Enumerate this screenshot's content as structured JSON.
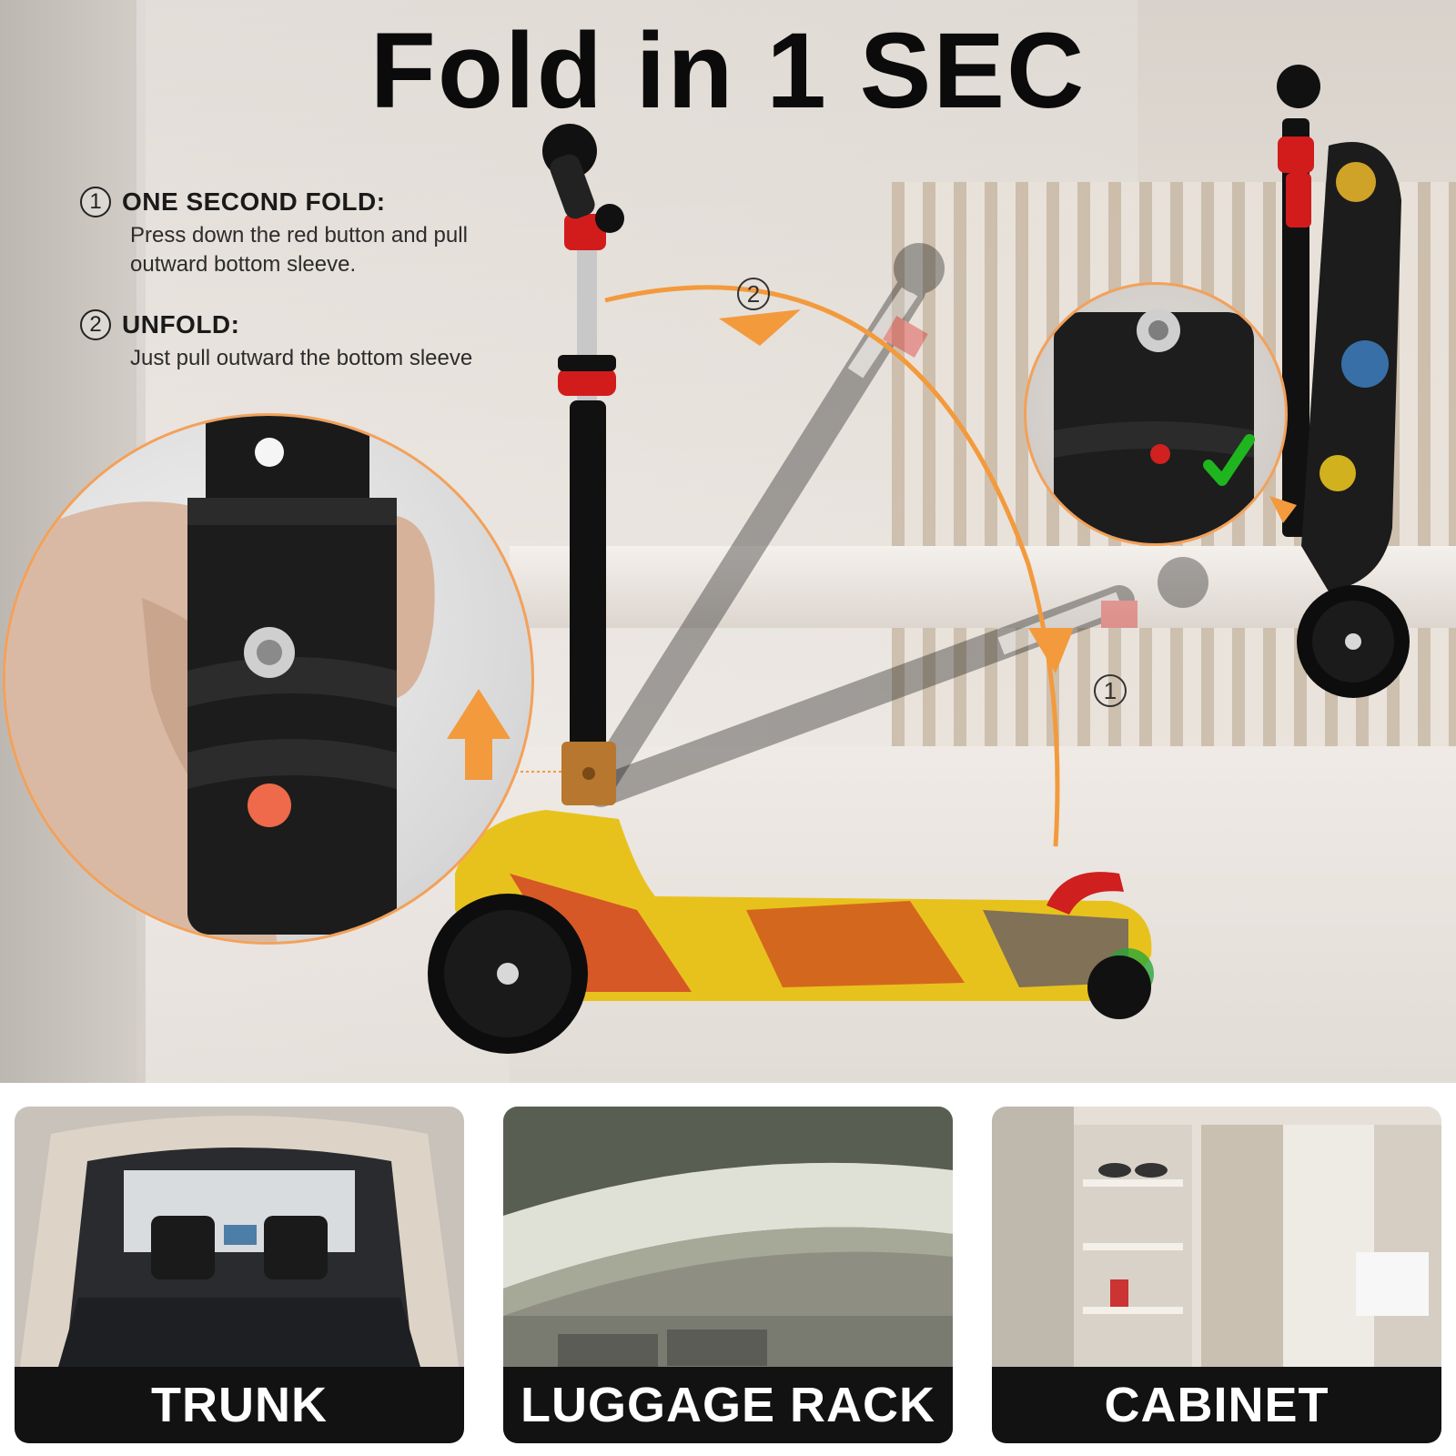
{
  "title": "Fold in 1 SEC",
  "steps": [
    {
      "num": "1",
      "title": "ONE SECOND FOLD:",
      "desc": "Press down the red button and pull outward bottom sleeve."
    },
    {
      "num": "2",
      "title": "UNFOLD:",
      "desc": "Just pull outward the bottom sleeve"
    }
  ],
  "arrow_labels": {
    "unfold": "2",
    "fold": "1"
  },
  "scenarios": [
    {
      "label": "TRUNK",
      "icon": "car-trunk-photo"
    },
    {
      "label": "LUGGAGE RACK",
      "icon": "luggage-rack-photo"
    },
    {
      "label": "CABINET",
      "icon": "cabinet-photo"
    }
  ],
  "colors": {
    "accent_orange": "#f39a3d",
    "check_green": "#1fb51f",
    "label_bg": "#121212"
  }
}
